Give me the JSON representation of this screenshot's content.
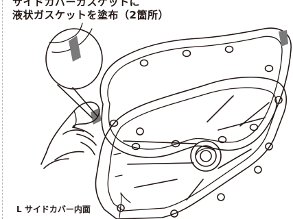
{
  "caption": {
    "line1": "サイドカバーガスケットに",
    "line2": "液状ガスケットを塗布（2箇所）"
  },
  "labels": {
    "side_cover_inner": "L サイドカバー内面"
  },
  "colors": {
    "line": "#231815",
    "sealant": "#7a7a7a",
    "border": "#b8b8b8"
  }
}
